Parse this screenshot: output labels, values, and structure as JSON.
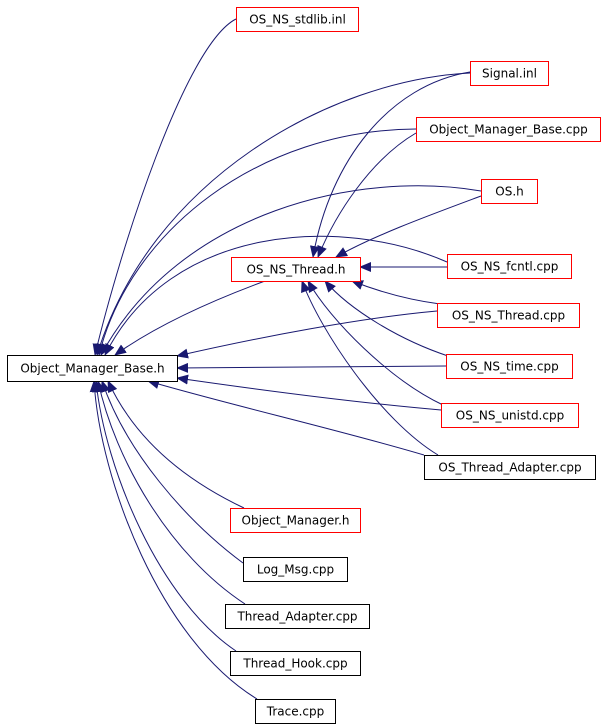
{
  "colors": {
    "edge": "#191970",
    "border_red": "#ff0000",
    "border_black": "#000000",
    "root_fill": "#bfbfbf"
  },
  "nodes": [
    {
      "id": "root",
      "label": "Object_Manager_Base.h",
      "border": "black",
      "root": true
    },
    {
      "id": "stdlib",
      "label": "OS_NS_stdlib.inl",
      "border": "red"
    },
    {
      "id": "signal",
      "label": "Signal.inl",
      "border": "red"
    },
    {
      "id": "omb_cpp",
      "label": "Object_Manager_Base.cpp",
      "border": "red"
    },
    {
      "id": "os_h",
      "label": "OS.h",
      "border": "red"
    },
    {
      "id": "thread_h",
      "label": "OS_NS_Thread.h",
      "border": "red"
    },
    {
      "id": "fcntl",
      "label": "OS_NS_fcntl.cpp",
      "border": "red"
    },
    {
      "id": "thread_cpp",
      "label": "OS_NS_Thread.cpp",
      "border": "red"
    },
    {
      "id": "time_cpp",
      "label": "OS_NS_time.cpp",
      "border": "red"
    },
    {
      "id": "unistd",
      "label": "OS_NS_unistd.cpp",
      "border": "red"
    },
    {
      "id": "adapter_os",
      "label": "OS_Thread_Adapter.cpp",
      "border": "black"
    },
    {
      "id": "om_h",
      "label": "Object_Manager.h",
      "border": "red"
    },
    {
      "id": "logmsg",
      "label": "Log_Msg.cpp",
      "border": "black"
    },
    {
      "id": "adapter",
      "label": "Thread_Adapter.cpp",
      "border": "black"
    },
    {
      "id": "hook",
      "label": "Thread_Hook.cpp",
      "border": "black"
    },
    {
      "id": "trace",
      "label": "Trace.cpp",
      "border": "black"
    }
  ],
  "edges": [
    {
      "from": "stdlib",
      "to": "root"
    },
    {
      "from": "signal",
      "to": "root"
    },
    {
      "from": "omb_cpp",
      "to": "root"
    },
    {
      "from": "os_h",
      "to": "root"
    },
    {
      "from": "fcntl",
      "to": "root"
    },
    {
      "from": "thread_h",
      "to": "root"
    },
    {
      "from": "thread_cpp",
      "to": "root"
    },
    {
      "from": "time_cpp",
      "to": "root"
    },
    {
      "from": "unistd",
      "to": "root"
    },
    {
      "from": "adapter_os",
      "to": "root"
    },
    {
      "from": "om_h",
      "to": "root"
    },
    {
      "from": "logmsg",
      "to": "root"
    },
    {
      "from": "adapter",
      "to": "root"
    },
    {
      "from": "hook",
      "to": "root"
    },
    {
      "from": "trace",
      "to": "root"
    },
    {
      "from": "signal",
      "to": "thread_h"
    },
    {
      "from": "omb_cpp",
      "to": "thread_h"
    },
    {
      "from": "os_h",
      "to": "thread_h"
    },
    {
      "from": "fcntl",
      "to": "thread_h"
    },
    {
      "from": "thread_cpp",
      "to": "thread_h"
    },
    {
      "from": "time_cpp",
      "to": "thread_h"
    },
    {
      "from": "unistd",
      "to": "thread_h"
    },
    {
      "from": "adapter_os",
      "to": "thread_h"
    }
  ]
}
